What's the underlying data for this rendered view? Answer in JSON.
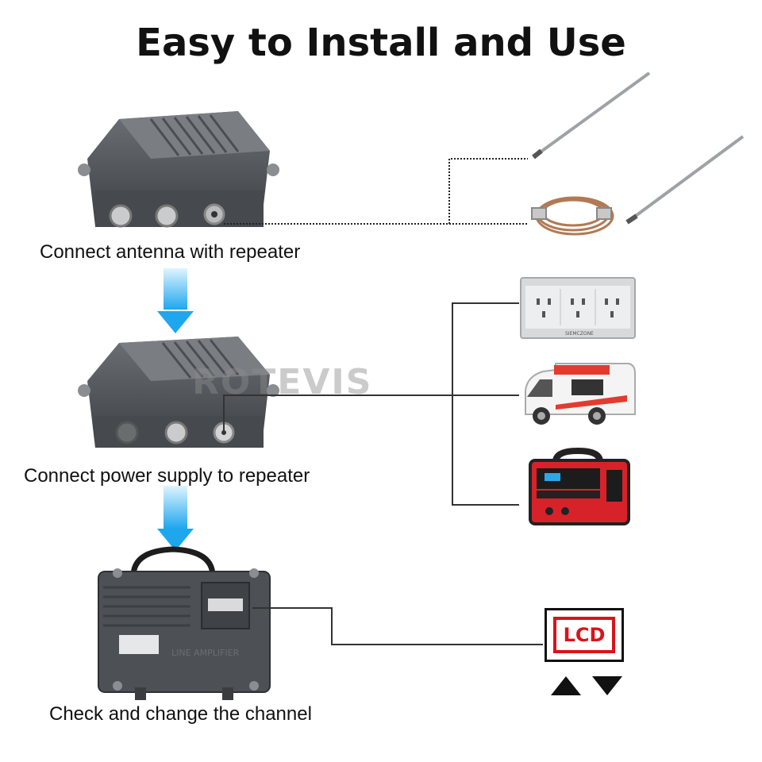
{
  "title": "Easy to Install and Use",
  "steps": [
    {
      "caption": "Connect antenna with repeater"
    },
    {
      "caption": "Connect power supply to repeater"
    },
    {
      "caption": "Check and change the channel"
    }
  ],
  "watermark": "ROTEVIS",
  "lcd": {
    "label": "LCD"
  },
  "socket_brand": "SIEMCZONE",
  "amp_label": "LINE AMPLIFIER",
  "colors": {
    "arrow": "#33b4f0",
    "lcd_red": "#d8141a",
    "device": "#55595e"
  },
  "icons": [
    "antenna-icon",
    "coax-cable-icon",
    "wall-socket-icon",
    "rv-camper-icon",
    "power-station-icon",
    "up-arrow-icon",
    "down-arrow-icon"
  ]
}
